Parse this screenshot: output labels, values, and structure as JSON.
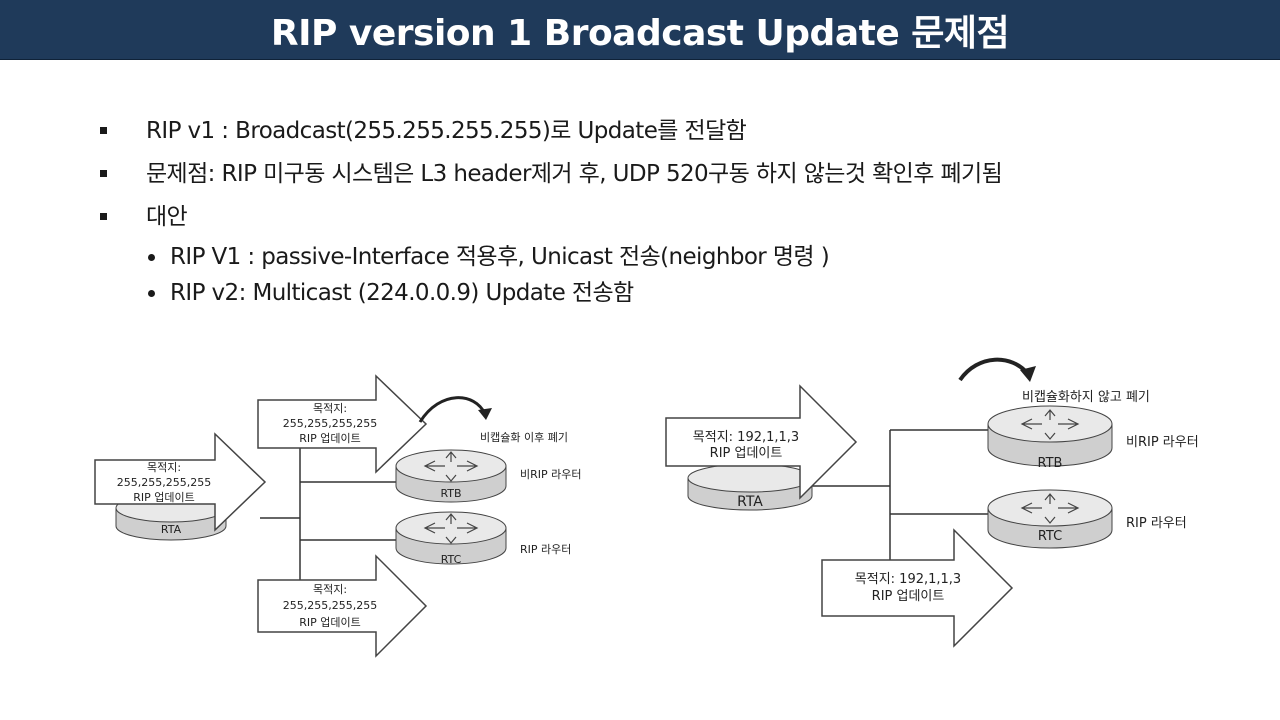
{
  "title": "RIP version 1 Broadcast Update 문제점",
  "bullets": [
    "RIP v1 : Broadcast(255.255.255.255)로 Update를 전달함",
    "문제점: RIP 미구동 시스템은 L3 header제거 후,  UDP 520구동 하지 않는것 확인후 폐기됨",
    "대안"
  ],
  "sub_bullets": [
    "RIP V1 : passive-Interface 적용후, Unicast 전송(neighbor 명령 )",
    "RIP v2: Multicast (224.0.0.9) Update 전송함"
  ],
  "left_diagram": {
    "packet_label_line1": "목적지:",
    "packet_label_line2": "255,255,255,255",
    "packet_label_line3": "RIP 업데이트",
    "router_rta": "RTA",
    "router_rtb": "RTB",
    "router_rtc": "RTC",
    "rtb_role": "비RIP 라우터",
    "rtc_role": "RIP 라우터",
    "drop_note": "비캡슐화 이후 폐기"
  },
  "right_diagram": {
    "packet_label_line1": "목적지:  192,1,1,3",
    "packet_label_line2": "RIP 업데이트",
    "router_rta": "RTA",
    "router_rtb": "RTB",
    "router_rtc": "RTC",
    "rtb_role": "비RIP 라우터",
    "rtc_role": "RIP 라우터",
    "drop_note": "비캡슐화하지 않고 폐기"
  },
  "colors": {
    "title_bg": "#1f3a5a",
    "title_fg": "#ffffff",
    "router_top": "#e9e9e9",
    "router_side": "#cfcfcf"
  }
}
